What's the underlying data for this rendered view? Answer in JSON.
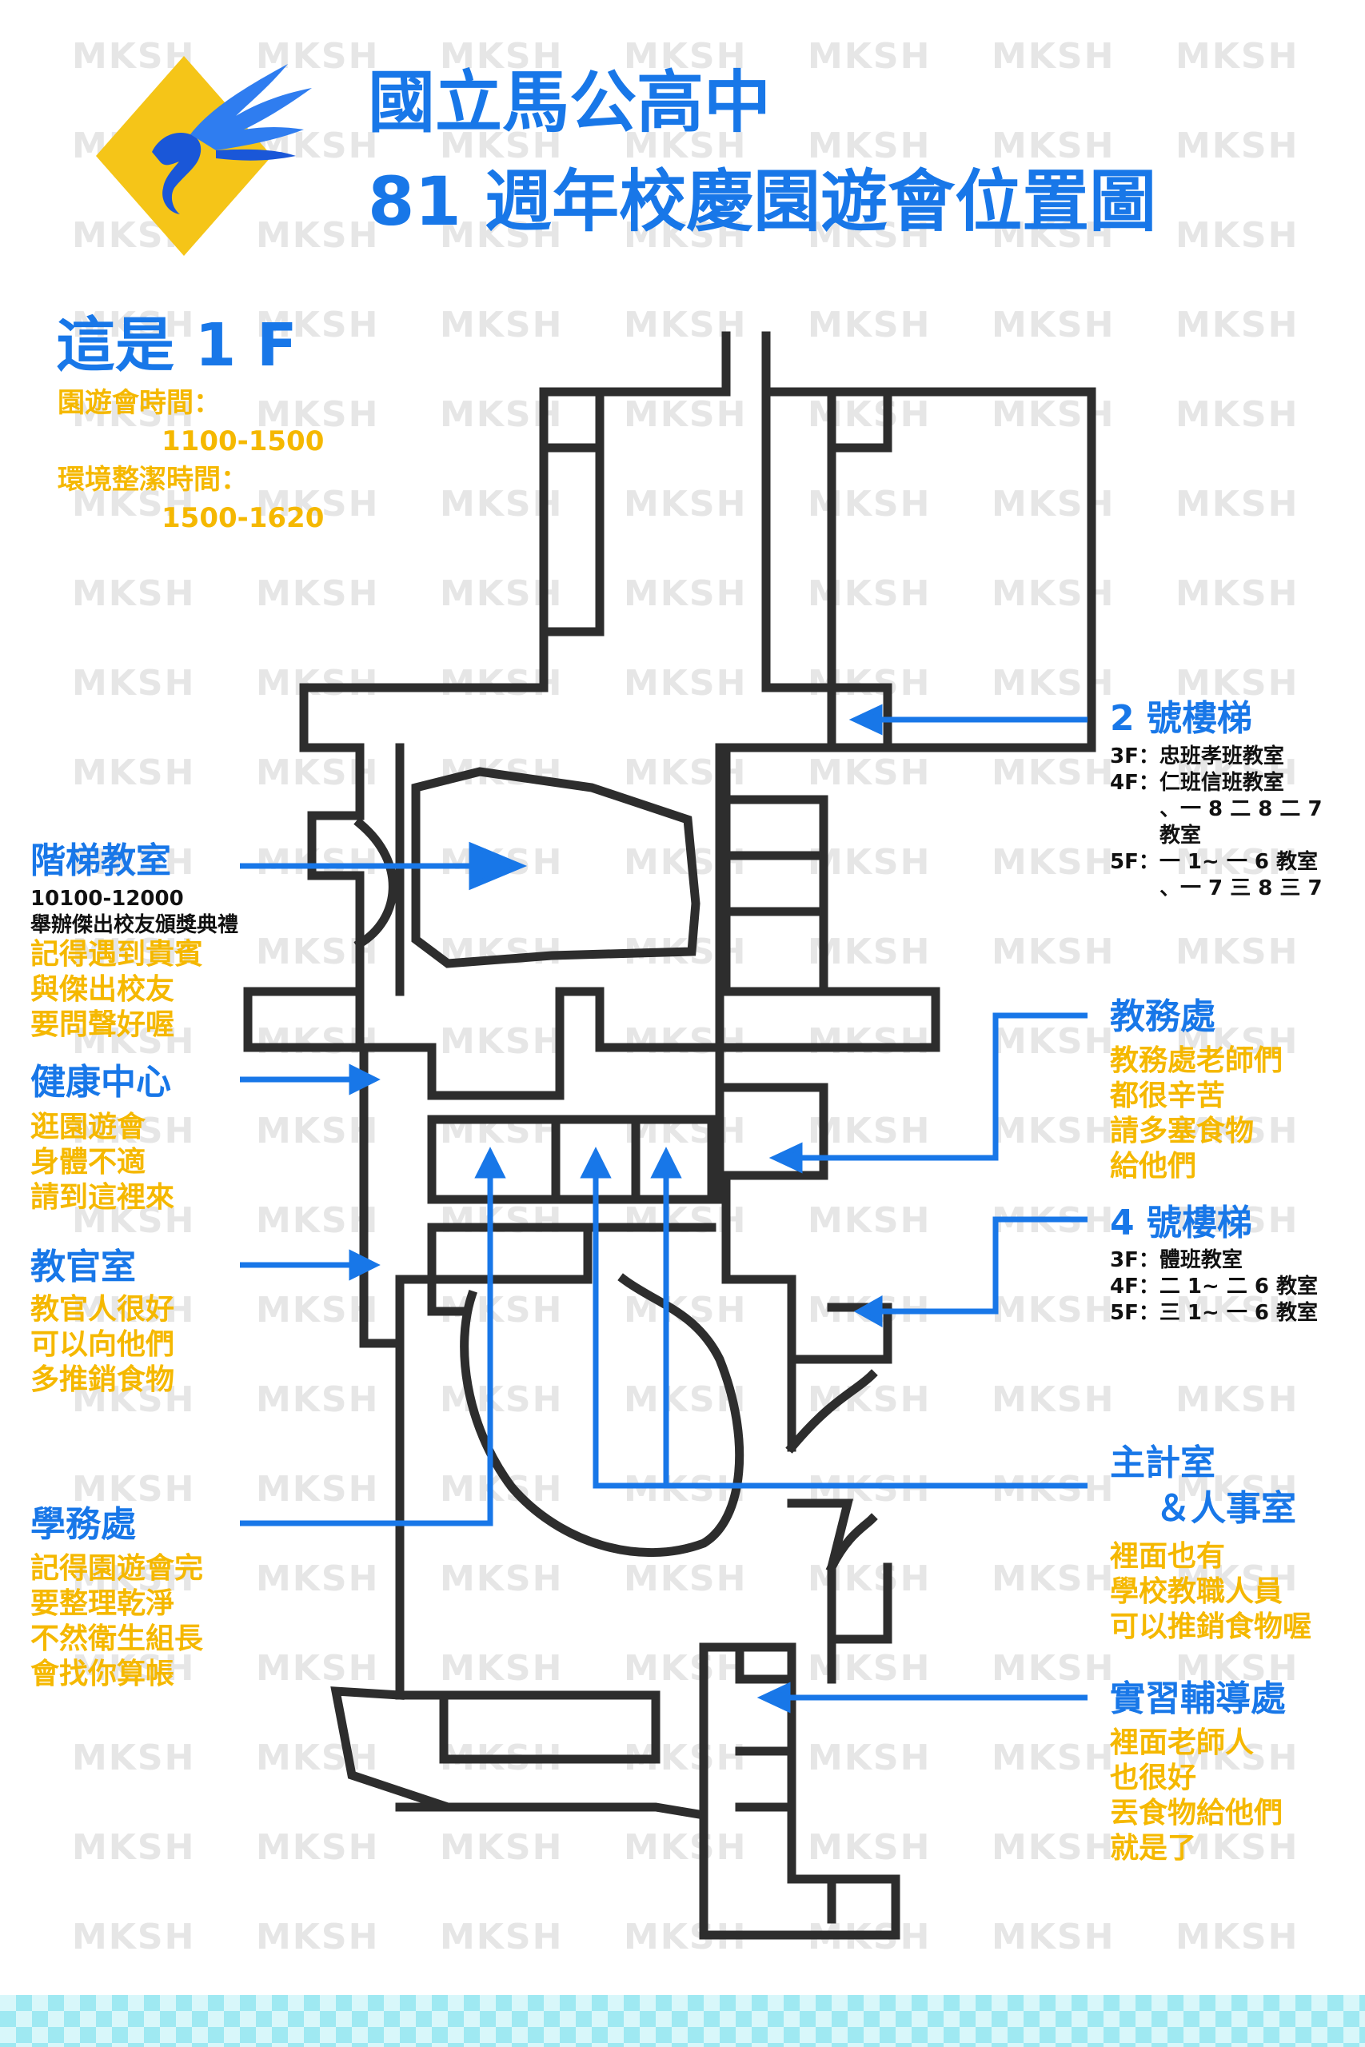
{
  "title": {
    "line1": "國立馬公高中",
    "line2": "81 週年校慶園遊會位置圖"
  },
  "floor_label": "這是 1 F",
  "hours": {
    "fair_label": "園遊會時間：",
    "fair_time": "1100-1500",
    "clean_label": "環境整潔時間：",
    "clean_time": "1500-1620"
  },
  "watermark": "MKSH",
  "colors": {
    "blue": "#1877e8",
    "yellow": "#f5b800",
    "wall": "#2d2d2d",
    "logo_bg": "#f5c518"
  },
  "logo": {
    "icon": "pegasus-icon"
  },
  "left": {
    "lecture": {
      "label": "階梯教室",
      "time": "10100-12000",
      "event": "舉辦傑出校友頒獎典禮",
      "note": [
        "記得遇到貴賓",
        "與傑出校友",
        "要問聲好喔"
      ]
    },
    "health": {
      "label": "健康中心",
      "note": [
        "逛園遊會",
        "身體不適",
        "請到這裡來"
      ]
    },
    "military": {
      "label": "教官室",
      "note": [
        "教官人很好",
        "可以向他們",
        "多推銷食物"
      ]
    },
    "student": {
      "label": "學務處",
      "note": [
        "記得園遊會完",
        "要整理乾淨",
        "不然衛生組長",
        "會找你算帳"
      ]
    }
  },
  "right": {
    "stair2": {
      "label": "2 號樓梯",
      "lines": [
        "3F：忠班孝班教室",
        "4F：仁班信班教室",
        "、一 8 二 8 二 7",
        "教室",
        "5F：一 1~ 一 6 教室",
        "、一 7 三 8 三 7"
      ]
    },
    "academic": {
      "label": "教務處",
      "note": [
        "教務處老師們",
        "都很辛苦",
        "請多塞食物",
        "給他們"
      ]
    },
    "stair4": {
      "label": "4 號樓梯",
      "lines": [
        "3F：體班教室",
        "4F：二 1~ 二 6 教室",
        "5F：三 1~ 一 6 教室"
      ]
    },
    "accounting": {
      "label1": "主計室",
      "label2": "＆人事室",
      "note": [
        "裡面也有",
        "學校教職人員",
        "可以推銷食物喔"
      ]
    },
    "counsel": {
      "label": "實習輔導處",
      "note": [
        "裡面老師人",
        "也很好",
        "丟食物給他們",
        "就是了"
      ]
    }
  }
}
